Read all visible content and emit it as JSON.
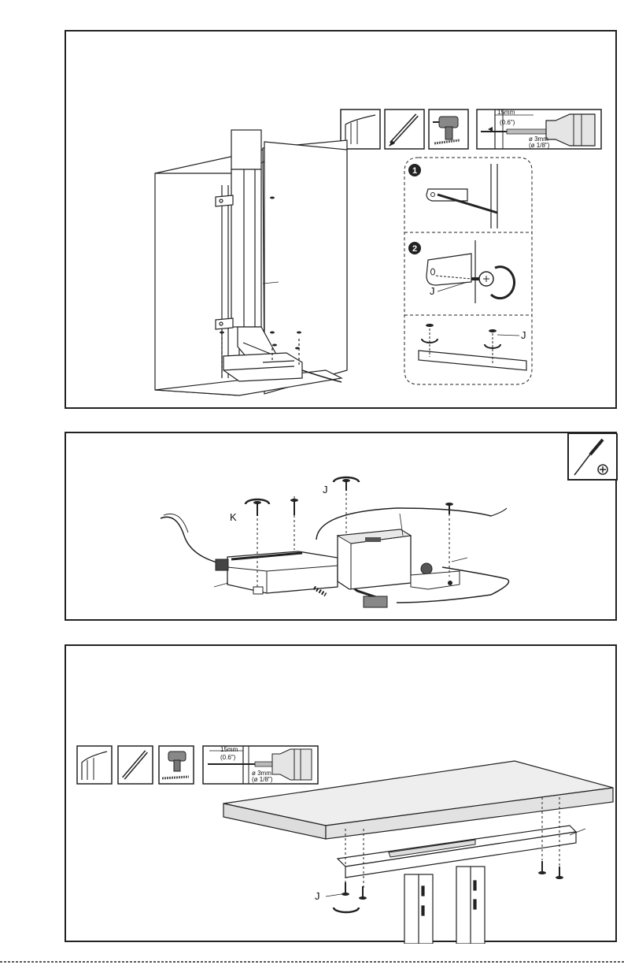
{
  "step1": {
    "drill_depth_mm": "15mm",
    "drill_depth_in": "(0.6\")",
    "drill_bit_mm": "ø 3mm",
    "drill_bit_in": "(ø 1/8\")",
    "substep_1": "1",
    "substep_2": "2",
    "screw_label": "J"
  },
  "step2": {
    "screw_k_label": "K",
    "screw_j_label": "J"
  },
  "step3": {
    "drill_depth_mm": "15mm",
    "drill_depth_in": "(0.6\")",
    "drill_bit_mm": "ø 3mm",
    "drill_bit_in": "(ø 1/8\")",
    "screw_label": "J"
  },
  "icons": [
    "panel-tool-icon",
    "pencil-icon",
    "drill-icon",
    "drill-depth-icon",
    "screwdriver-icon",
    "rotate-arrow-icon",
    "screw-icon"
  ],
  "colors": {
    "line": "#222222",
    "fill_gray": "#d9d9d9",
    "dark_gray": "#555555"
  }
}
